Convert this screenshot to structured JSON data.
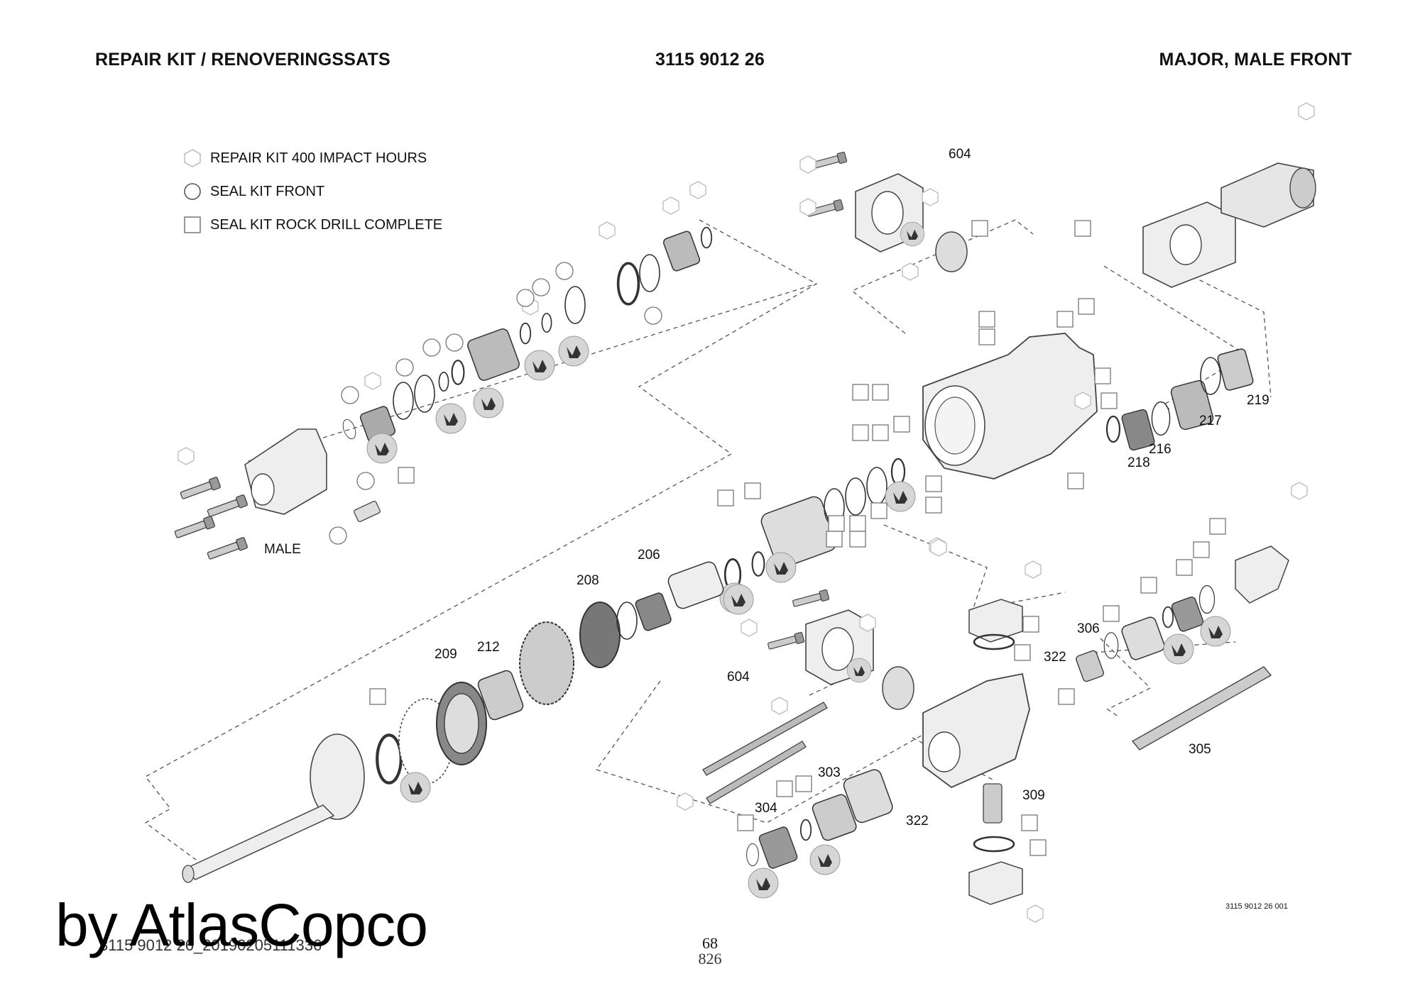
{
  "header": {
    "left": "REPAIR KIT / RENOVERINGSSATS",
    "center": "3115 9012 26",
    "right": "MAJOR, MALE FRONT"
  },
  "legend": [
    {
      "symbol": "hexagon-icon",
      "label": "REPAIR KIT 400 IMPACT HOURS"
    },
    {
      "symbol": "circle-icon",
      "label": "SEAL KIT FRONT"
    },
    {
      "symbol": "square-icon",
      "label": "SEAL KIT ROCK DRILL COMPLETE"
    }
  ],
  "variant_label": "MALE",
  "callouts": [
    "604",
    "219",
    "217",
    "216",
    "218",
    "206",
    "208",
    "209",
    "212",
    "604",
    "306",
    "322",
    "305",
    "303",
    "304",
    "309",
    "322"
  ],
  "drawing_ref": "3115 9012 26 001",
  "footer": {
    "watermark": "by AtlasCopco",
    "doc_ref": "3115 9012 26_20190205111336",
    "page_number": "68",
    "sheet_number": "826"
  },
  "colors": {
    "line": "#444444",
    "fill_light": "#e6e6e6",
    "fill_dark": "#555555",
    "badge": "#d9d9d9"
  }
}
